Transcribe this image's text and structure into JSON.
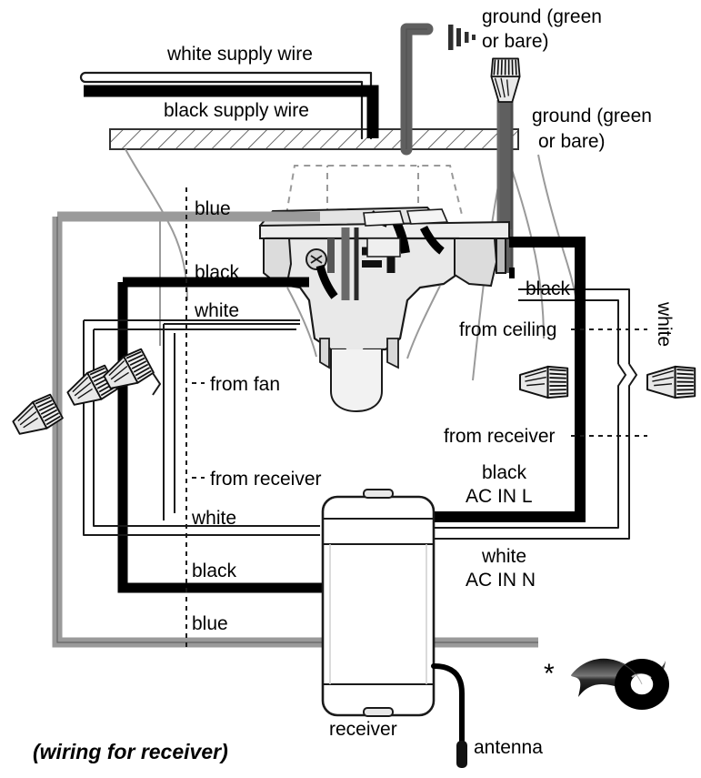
{
  "diagram": {
    "title_caption": "(wiring for receiver)",
    "labels": {
      "white_supply_wire": "white supply wire",
      "black_supply_wire": "black supply wire",
      "ground_top": "ground (green",
      "ground_top_2": "or bare)",
      "ground_right": "ground (green",
      "ground_right_2": "or bare)",
      "blue_left": "blue",
      "black_left_upper": "black",
      "white_left_upper": "white",
      "from_fan": "from fan",
      "from_receiver_left": "from receiver",
      "white_left_lower": "white",
      "black_left_lower": "black",
      "blue_left_lower": "blue",
      "black_right_upper": "black",
      "from_ceiling": "from ceiling",
      "white_right_rotated": "white",
      "from_receiver_right": "from receiver",
      "black_ac_in_l_1": "black",
      "black_ac_in_l_2": "AC IN L",
      "white_ac_in_n_1": "white",
      "white_ac_in_n_2": "AC IN N",
      "receiver": "receiver",
      "antenna": "antenna",
      "asterisk": "*"
    },
    "icons": {
      "ground_symbol": "ground-symbol-icon",
      "electrical_tape": "electrical-tape-icon",
      "wire_nut": "wire-nut-icon"
    },
    "colors": {
      "black_wire": "#000000",
      "white_wire": "#ffffff",
      "blue_wire": "#9a9a9a",
      "ground_wire": "#5f5f5f",
      "outline": "#1a1a1a",
      "light_outline": "#8a8a8a",
      "fill_light": "#e8e8e8",
      "fill_mid": "#c9c9c9",
      "background": "#ffffff"
    }
  }
}
